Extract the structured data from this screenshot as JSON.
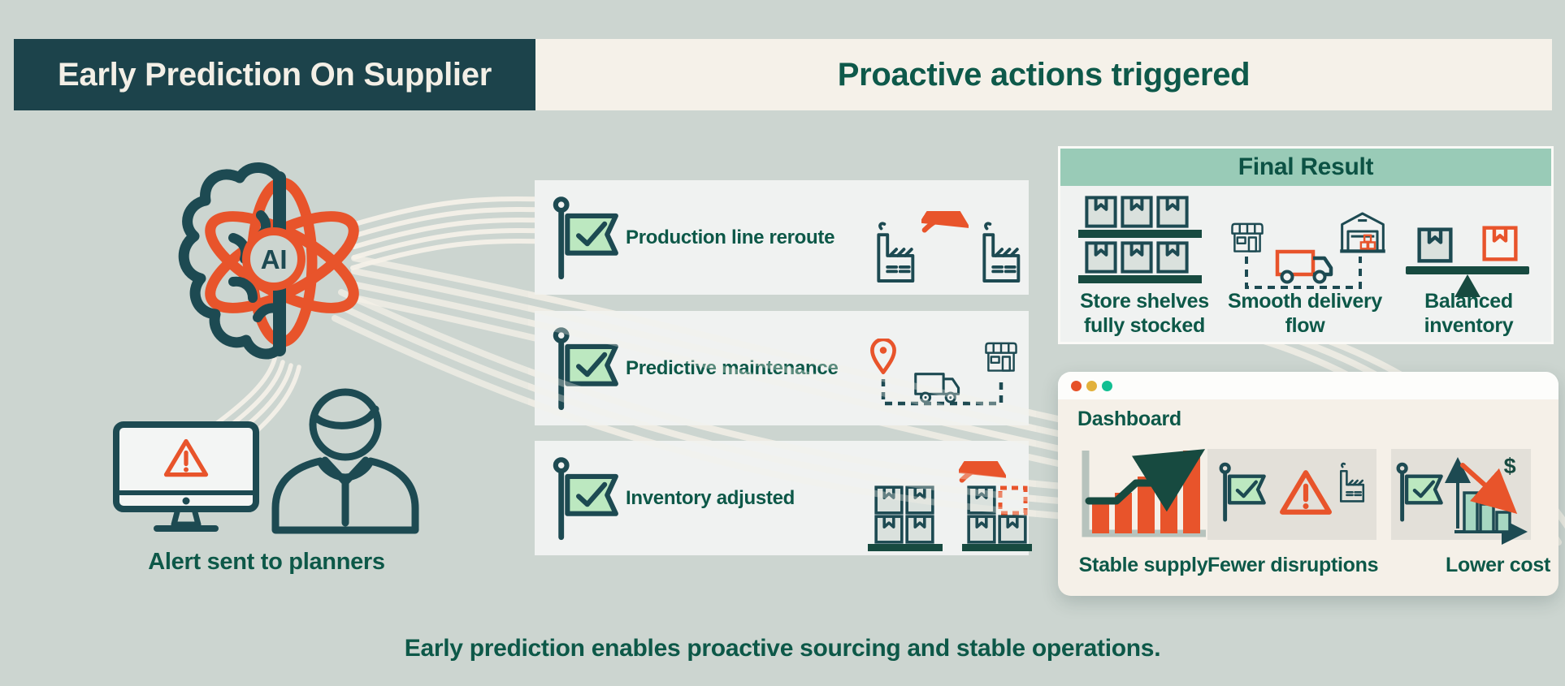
{
  "header": {
    "left_title": "Early Prediction On Supplier",
    "right_title": "Proactive actions triggered"
  },
  "prediction": {
    "ai_label": "AI",
    "alert_caption": "Alert sent to planners"
  },
  "actions": {
    "items": [
      {
        "label": "Production line reroute",
        "icon": "factory-reroute-icon"
      },
      {
        "label": "Predictive maintenance",
        "icon": "pin-truck-store-icon"
      },
      {
        "label": "Inventory adjusted",
        "icon": "inventory-boxes-icon"
      }
    ]
  },
  "final_result": {
    "title": "Final Result",
    "items": [
      {
        "label": "Store shelves fully stocked",
        "icon": "stocked-shelves-icon"
      },
      {
        "label": "Smooth delivery flow",
        "icon": "delivery-route-icon"
      },
      {
        "label": "Balanced inventory",
        "icon": "balance-scale-icon"
      }
    ]
  },
  "dashboard": {
    "title": "Dashboard",
    "currency_symbol": "$",
    "tiles": [
      {
        "label": "Stable supply",
        "icon": "rising-bar-chart-icon"
      },
      {
        "label": "Fewer disruptions",
        "icon": "flag-warning-factory-icon"
      },
      {
        "label": "Lower cost",
        "icon": "flag-declining-cost-icon"
      }
    ]
  },
  "footer": {
    "caption": "Early prediction enables proactive sourcing and stable operations."
  },
  "colors": {
    "background": "#ccd5d0",
    "header_box": "#1c434b",
    "cream_band": "#f5f1e9",
    "heading_green": "#0d5848",
    "icon_teal": "#1d4a52",
    "accent_orange": "#e8542b",
    "flag_green": "#bce8c0",
    "mint_header": "#99cbb7",
    "traffic_lights": [
      "#e65128",
      "#e2b13c",
      "#12bf92"
    ]
  }
}
